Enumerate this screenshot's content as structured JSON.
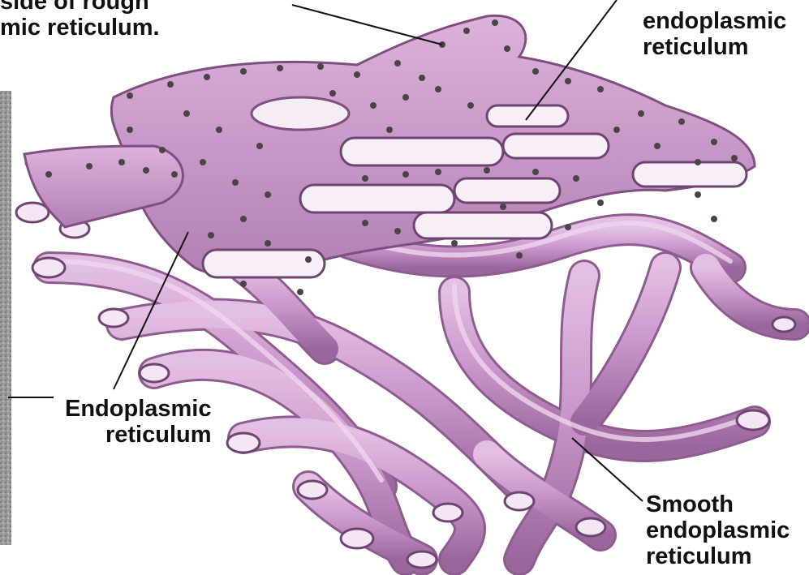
{
  "labels": {
    "rough_er_surface": {
      "line1": "side of rough",
      "line2": "mic reticulum."
    },
    "rough_er": {
      "line1": "endoplasmic",
      "line2": "reticulum"
    },
    "endoplasmic_reticulum": {
      "line1": "Endoplasmic",
      "line2": "reticulum"
    },
    "smooth_er": {
      "line1": "Smooth",
      "line2": "endoplasmic",
      "line3": "reticulum"
    }
  },
  "colors": {
    "membrane_fill": "#c995c9",
    "membrane_dark": "#8e5c8f",
    "membrane_light": "#e6c4e6",
    "ribosome": "#4a4446",
    "micrograph": "#8a8a8a",
    "text": "#111111"
  }
}
